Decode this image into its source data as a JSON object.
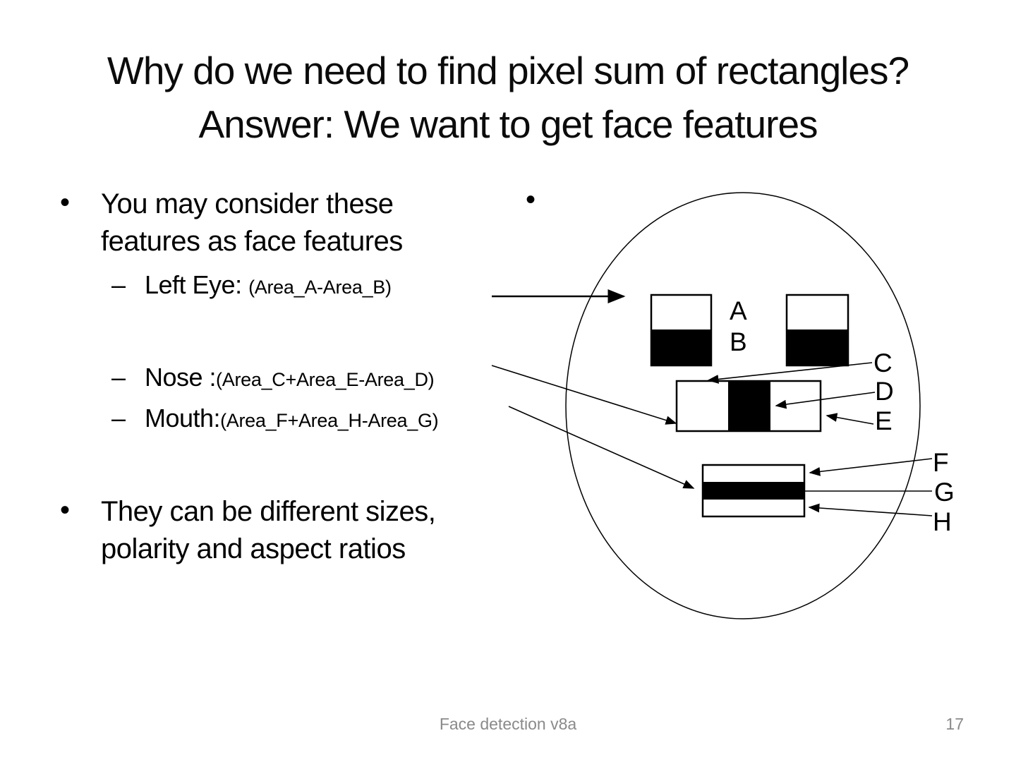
{
  "title": {
    "line1": "Why do we need to find pixel sum of rectangles?",
    "line2": "Answer: We want to get face features"
  },
  "bullets": {
    "marker": "•",
    "dash": "–",
    "item1": {
      "line1": "You may consider these",
      "line2": "features as face features"
    },
    "sub_items": [
      {
        "label": "Left Eye: ",
        "formula": "(Area_A-Area_B)"
      },
      {
        "label": "Nose :",
        "formula": "(Area_C+Area_E-Area_D)"
      },
      {
        "label": "Mouth:",
        "formula": "(Area_F+Area_H-Area_G)"
      }
    ],
    "item2": {
      "line1": "They can be different sizes,",
      "line2": "polarity and aspect ratios"
    },
    "right_placeholder_marker": "•"
  },
  "diagram": {
    "labels": {
      "A": "A",
      "B": "B",
      "C": "C",
      "D": "D",
      "E": "E",
      "F": "F",
      "G": "G",
      "H": "H"
    }
  },
  "footer": {
    "text": "Face detection v8a",
    "page": "17"
  },
  "colors": {
    "background": "#ffffff",
    "text": "#000000",
    "footer_text": "#8a8a8a",
    "feature_fill": "#000000"
  }
}
